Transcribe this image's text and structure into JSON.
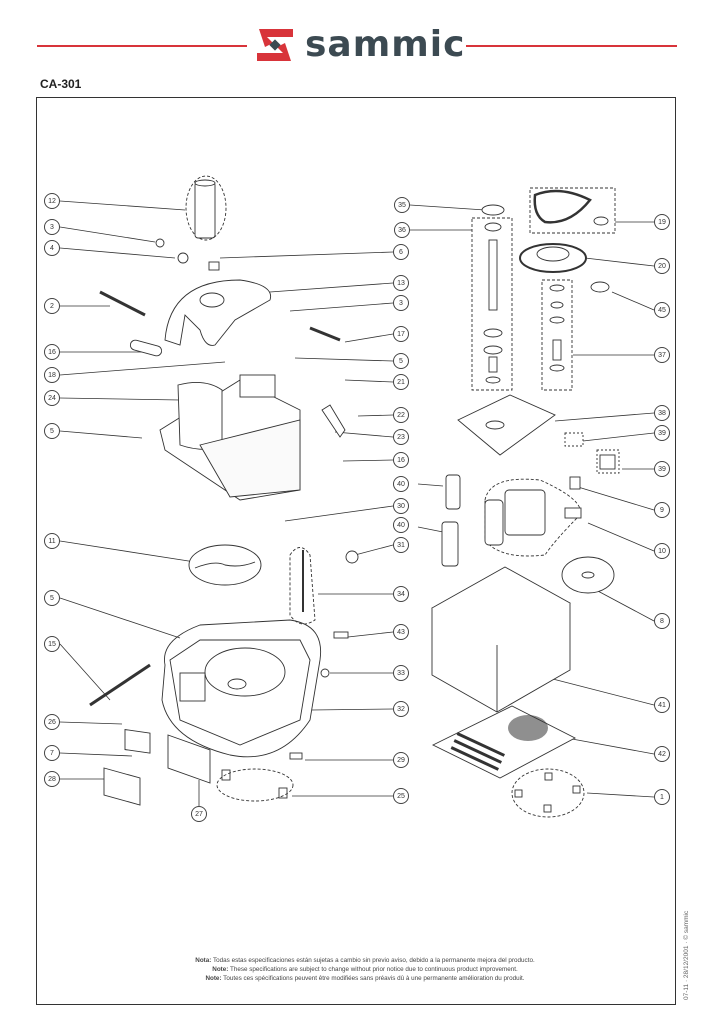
{
  "header": {
    "brand": "sammic",
    "brand_color": "#d8343a",
    "text_color": "#3c4a52",
    "model": "CA-301"
  },
  "callouts": {
    "left": [
      "12",
      "3",
      "4",
      "2",
      "16",
      "18",
      "24",
      "5",
      "11",
      "5",
      "15",
      "26",
      "7",
      "28"
    ],
    "center": [
      "6",
      "13",
      "3",
      "17",
      "5",
      "21",
      "22",
      "23",
      "16",
      "40",
      "30",
      "40",
      "31",
      "34",
      "43",
      "33",
      "32",
      "29",
      "25",
      "27"
    ],
    "top_center": [
      "35",
      "36"
    ],
    "right": [
      "19",
      "20",
      "45",
      "37",
      "38",
      "39",
      "39",
      "9",
      "10",
      "8",
      "41",
      "42",
      "1"
    ]
  },
  "notes": {
    "es_label": "Nota:",
    "es": "Todas estas especificaciones están sujetas a cambio sin previo aviso, debido a la permanente mejora del producto.",
    "en_label": "Note:",
    "en": "These specifications are subject to change without prior notice due to continuous product improvement.",
    "fr_label": "Note:",
    "fr": "Toutes ces spécifications peuvent être modifiées sans préavis dû à une permanente amélioration du produit."
  },
  "side_text": "07-11 · 28/12/2001 · © sammic"
}
